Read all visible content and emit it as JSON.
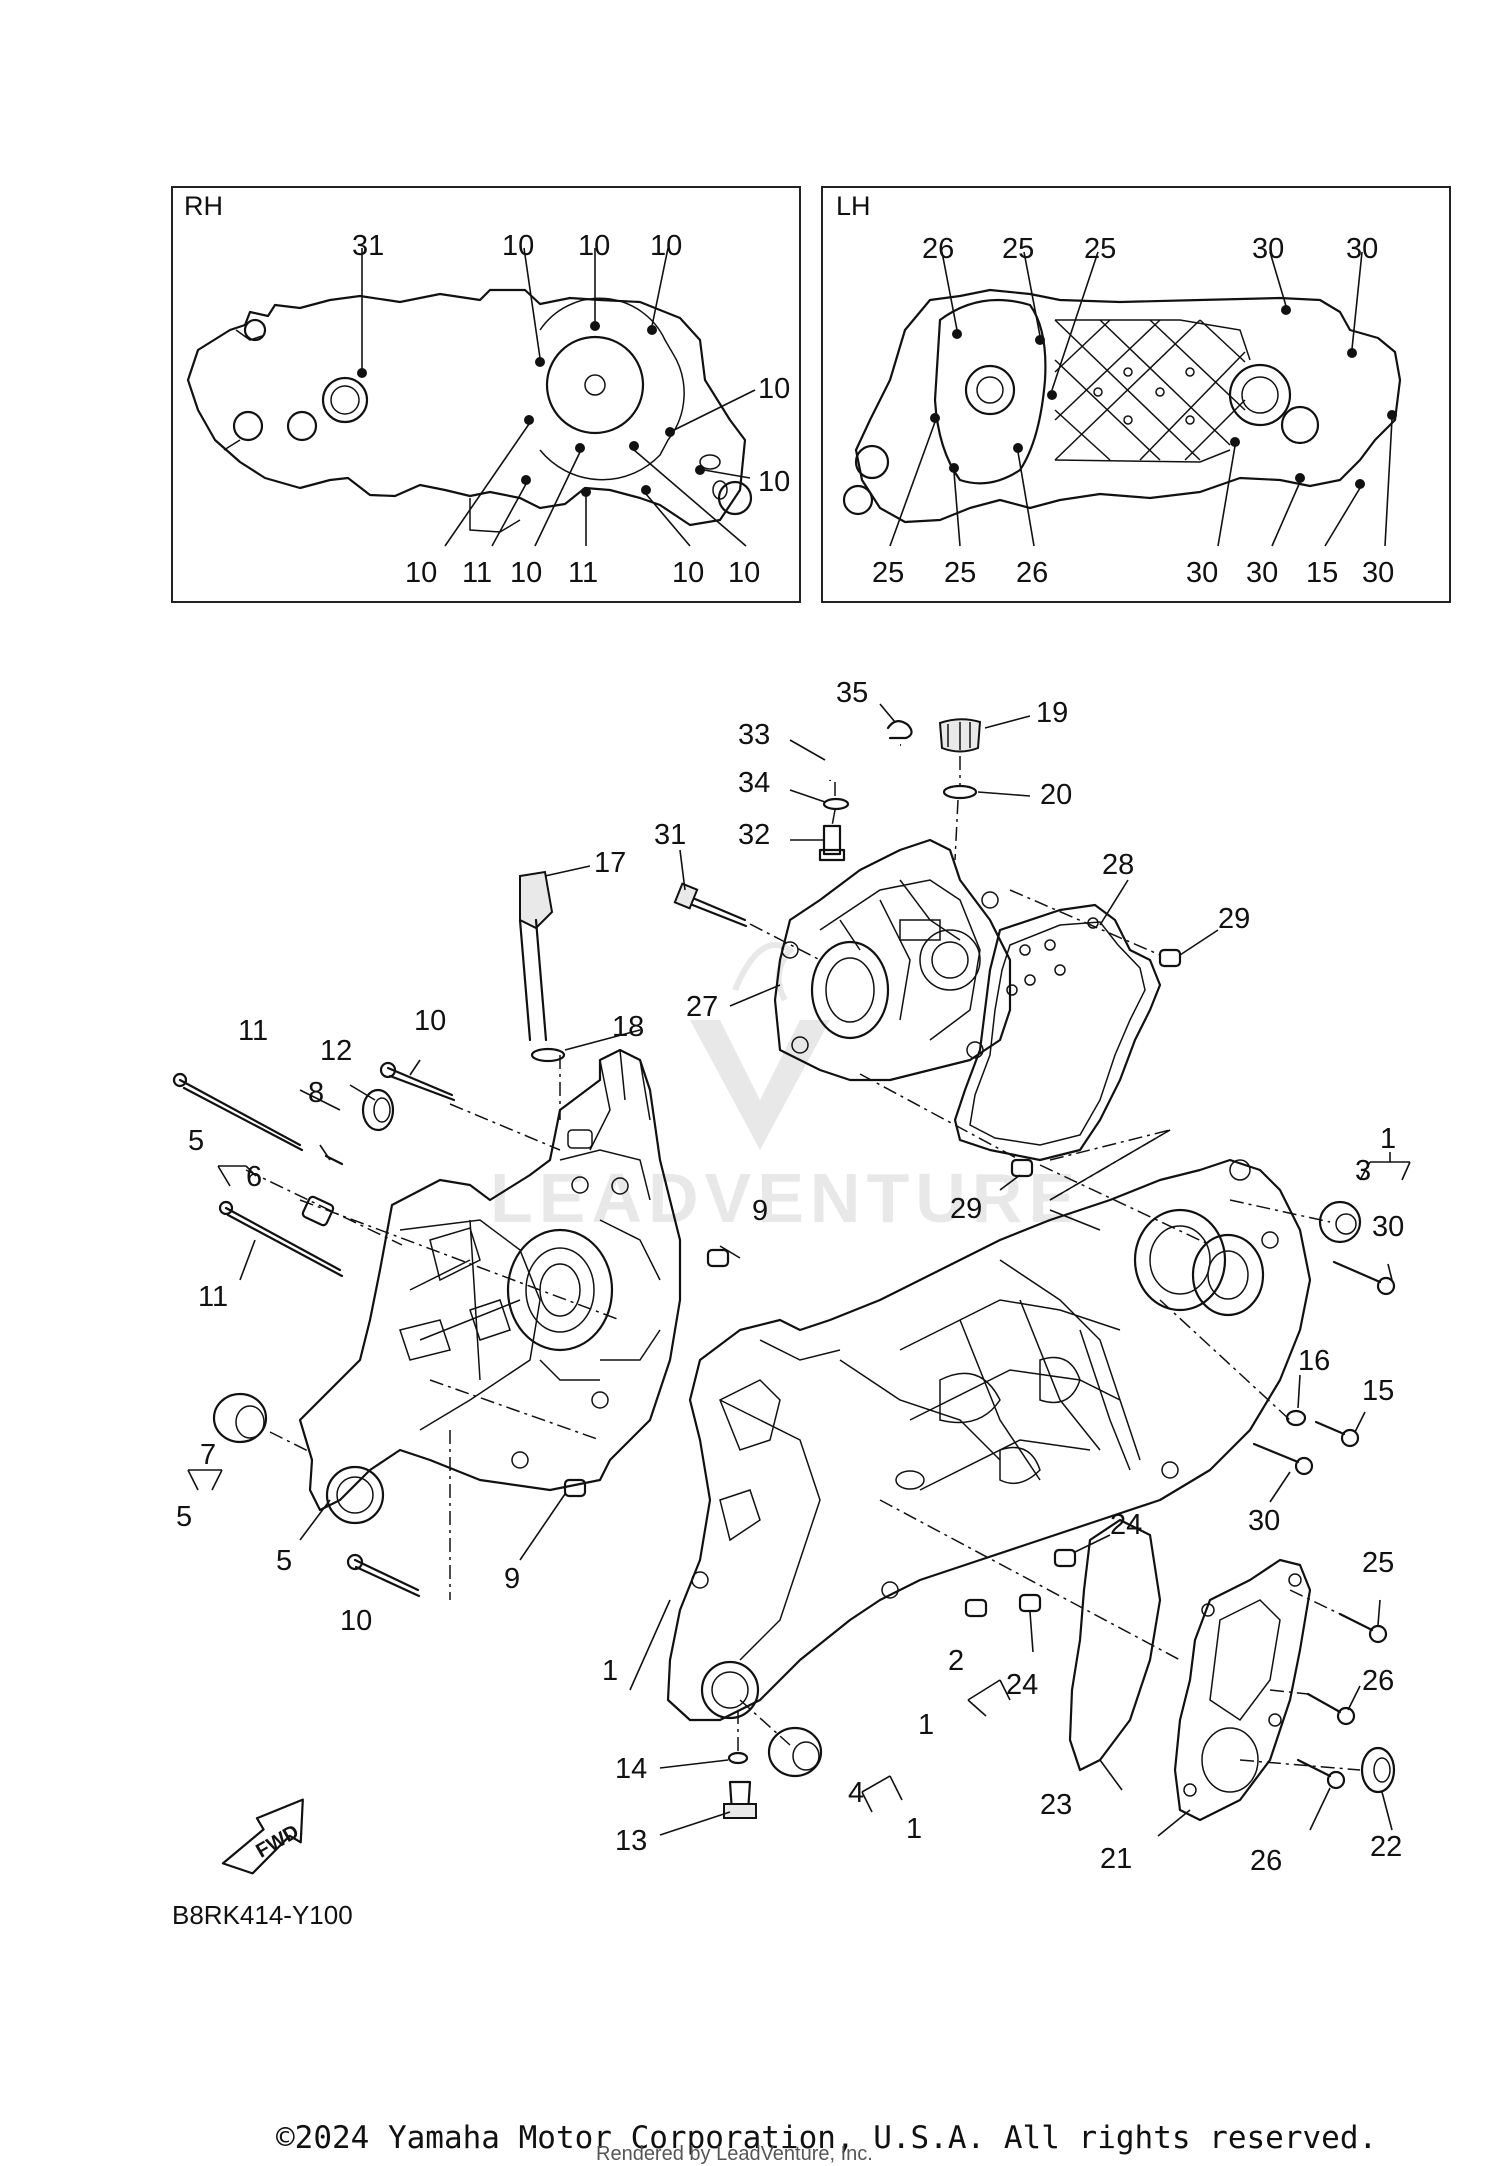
{
  "insets": {
    "rh": {
      "title": "RH",
      "callouts": [
        "31",
        "10",
        "10",
        "10",
        "10",
        "10",
        "10",
        "11",
        "10",
        "11",
        "10",
        "10"
      ]
    },
    "lh": {
      "title": "LH",
      "callouts": [
        "26",
        "25",
        "25",
        "30",
        "30",
        "25",
        "25",
        "26",
        "30",
        "30",
        "15",
        "30"
      ]
    }
  },
  "diagram_code": "B8RK414-Y100",
  "fwd_label": "FWD",
  "parts": {
    "p1a": "1",
    "p1b": "1",
    "p1c": "1",
    "p1d": "1",
    "p2": "2",
    "p3": "3",
    "p4": "4",
    "p5a": "5",
    "p5b": "5",
    "p5c": "5",
    "p6": "6",
    "p7": "7",
    "p8": "8",
    "p9a": "9",
    "p9b": "9",
    "p10a": "10",
    "p10b": "10",
    "p11a": "11",
    "p11b": "11",
    "p12": "12",
    "p13": "13",
    "p14": "14",
    "p15": "15",
    "p16": "16",
    "p17": "17",
    "p18": "18",
    "p19": "19",
    "p20": "20",
    "p21": "21",
    "p22": "22",
    "p23": "23",
    "p24a": "24",
    "p24b": "24",
    "p25": "25",
    "p26a": "26",
    "p26b": "26",
    "p27": "27",
    "p28": "28",
    "p29a": "29",
    "p29b": "29",
    "p30a": "30",
    "p30b": "30",
    "p31": "31",
    "p32": "32",
    "p33": "33",
    "p34": "34",
    "p35": "35"
  },
  "watermark": "LEADVENTURE",
  "footer": {
    "copyright": "©2024 Yamaha Motor Corporation, U.S.A. All rights reserved.",
    "rendered_by": "Rendered by LeadVenture, Inc."
  }
}
